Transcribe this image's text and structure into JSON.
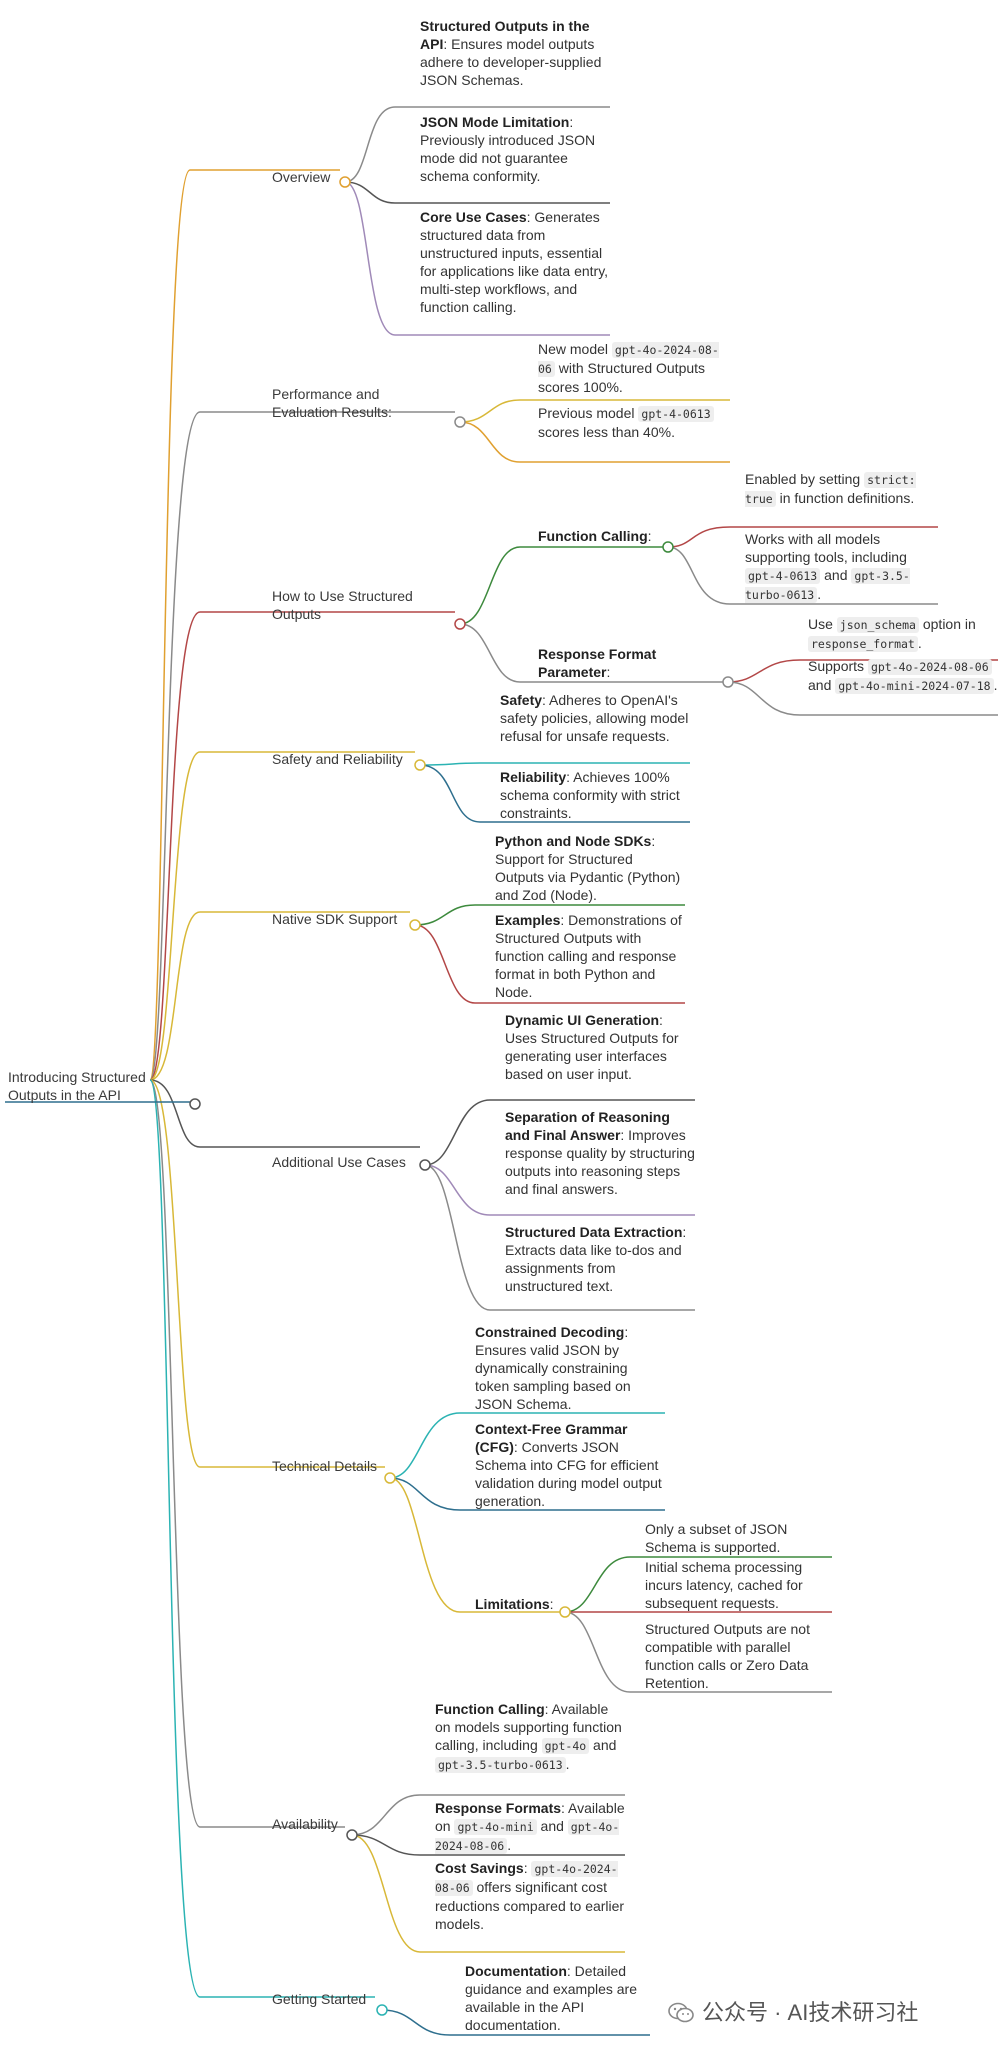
{
  "root": "Introducing Structured Outputs in the API",
  "branches": {
    "overview": "Overview",
    "performance": "Performance and Evaluation Results:",
    "howto": "How to Use Structured Outputs",
    "safety": "Safety and Reliability",
    "sdk": "Native SDK Support",
    "additional": "Additional Use Cases",
    "technical": "Technical Details",
    "availability": "Availability",
    "getting_started": "Getting Started"
  },
  "sub": {
    "function_calling": "Function Calling",
    "response_format": "Response Format Parameter",
    "limitations": "Limitations"
  },
  "leaves": {
    "ov1_title": "Structured Outputs in the API",
    "ov1_text": ": Ensures model outputs adhere to developer-supplied JSON Schemas.",
    "ov2_title": "JSON Mode Limitation",
    "ov2_text": ": Previously introduced JSON mode did not guarantee schema conformity.",
    "ov3_title": "Core Use Cases",
    "ov3_text": ": Generates structured data from unstructured inputs, essential for applications like data entry, multi-step workflows, and function calling.",
    "pe1_a": "New model ",
    "pe1_code": "gpt-4o-2024-08-06",
    "pe1_b": " with Structured Outputs scores 100%.",
    "pe2_a": "Previous model ",
    "pe2_code": "gpt-4-0613",
    "pe2_b": " scores less than 40%.",
    "fc1_a": "Enabled by setting ",
    "fc1_code": "strict: true",
    "fc1_b": " in function definitions.",
    "fc2_a": "Works with all models supporting tools, including ",
    "fc2_code1": "gpt-4-0613",
    "fc2_mid": " and ",
    "fc2_code2": "gpt-3.5-turbo-0613",
    "fc2_b": ".",
    "rf1_a": "Use ",
    "rf1_code1": "json_schema",
    "rf1_mid": " option in ",
    "rf1_code2": "response_format",
    "rf1_b": ".",
    "rf2_a": "Supports ",
    "rf2_code1": "gpt-4o-2024-08-06",
    "rf2_mid": " and ",
    "rf2_code2": "gpt-4o-mini-2024-07-18",
    "rf2_b": ".",
    "sa1_title": "Safety",
    "sa1_text": ": Adheres to OpenAI's safety policies, allowing model refusal for unsafe requests.",
    "sa2_title": "Reliability",
    "sa2_text": ": Achieves 100% schema conformity with strict constraints.",
    "sdk1_title": "Python and Node SDKs",
    "sdk1_text": ": Support for Structured Outputs via Pydantic (Python) and Zod (Node).",
    "sdk2_title": "Examples",
    "sdk2_text": ": Demonstrations of Structured Outputs with function calling and response format in both Python and Node.",
    "ad1_title": "Dynamic UI Generation",
    "ad1_text": ": Uses Structured Outputs for generating user interfaces based on user input.",
    "ad2_title": "Separation of Reasoning and Final Answer",
    "ad2_text": ": Improves response quality by structuring outputs into reasoning steps and final answers.",
    "ad3_title": "Structured Data Extraction",
    "ad3_text": ": Extracts data like to-dos and assignments from unstructured text.",
    "td1_title": "Constrained Decoding",
    "td1_text": ": Ensures valid JSON by dynamically constraining token sampling based on JSON Schema.",
    "td2_title": "Context-Free Grammar (CFG)",
    "td2_text": ": Converts JSON Schema into CFG for efficient validation during model output generation.",
    "li1": "Only a subset of JSON Schema is supported.",
    "li2": "Initial schema processing incurs latency, cached for subsequent requests.",
    "li3": "Structured Outputs are not compatible with parallel function calls or Zero Data Retention.",
    "av1_title": "Function Calling",
    "av1_a": ": Available on models supporting function calling, including ",
    "av1_code1": "gpt-4o",
    "av1_mid": " and ",
    "av1_code2": "gpt-3.5-turbo-0613",
    "av1_b": ".",
    "av2_title": "Response Formats",
    "av2_a": ": Available on ",
    "av2_code1": "gpt-4o-mini",
    "av2_mid": " and ",
    "av2_code2": "gpt-4o-2024-08-06",
    "av2_b": ".",
    "av3_title": "Cost Savings",
    "av3_a": ": ",
    "av3_code": "gpt-4o-2024-08-06",
    "av3_b": " offers significant cost reductions compared to earlier models.",
    "gs1_title": "Documentation",
    "gs1_text": ": Detailed guidance and examples are available in the API documentation."
  },
  "watermark": "公众号 · AI技术研习社",
  "colors": {
    "orange": "#e0a030",
    "gray": "#8a8a8a",
    "red": "#b34747",
    "green": "#3d8a3d",
    "blue": "#2e6f8e",
    "teal": "#2bb3b3",
    "purple": "#a08ab8",
    "yellow": "#d8b838",
    "lime": "#9bb83a"
  }
}
